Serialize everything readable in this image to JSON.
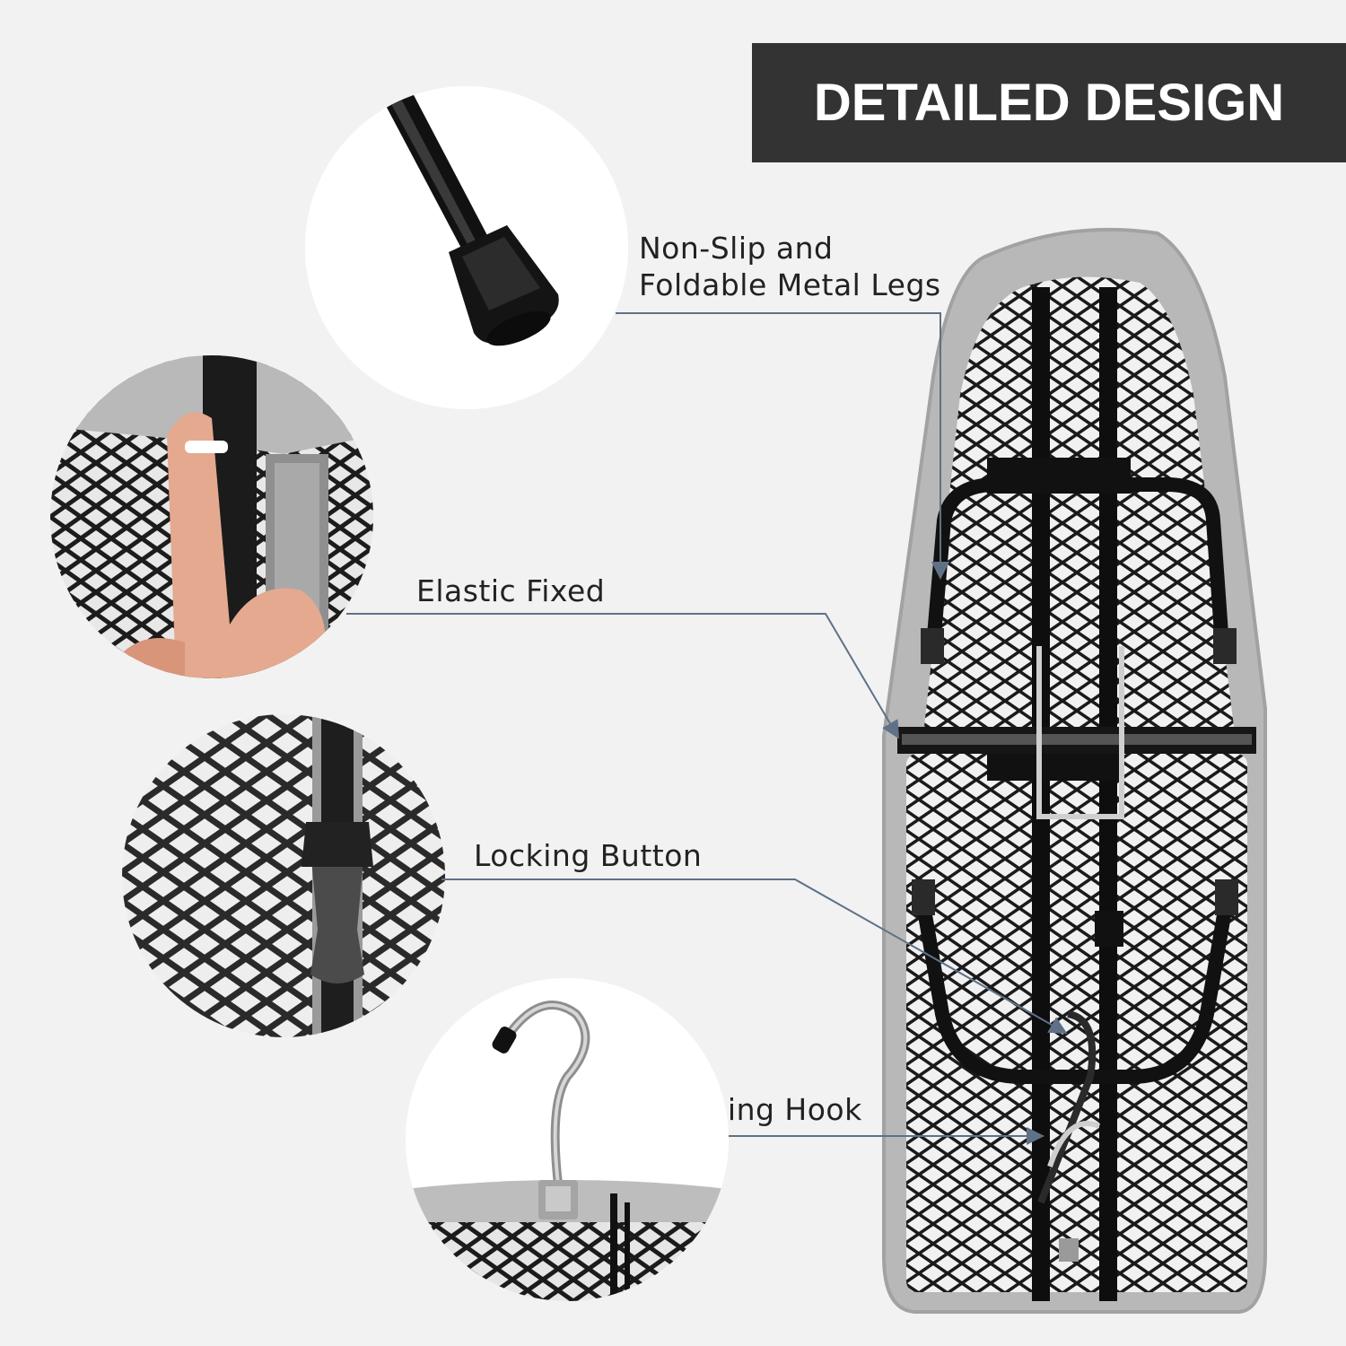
{
  "banner": {
    "title": "DETAILED DESIGN"
  },
  "features": [
    {
      "label_line1": "Non-Slip and",
      "label_line2": "Foldable Metal Legs"
    },
    {
      "label": "Elastic Fixed"
    },
    {
      "label": "Locking Button"
    },
    {
      "label": "Hanging Hook"
    }
  ],
  "colors": {
    "background": "#f2f2f2",
    "banner": "#333333",
    "banner_text": "#ffffff",
    "leader_line": "#5f7186",
    "board_cover": "#b8b8b8",
    "mesh": "#1a1a1a"
  },
  "icons": [
    "leg-foot-icon",
    "elastic-strap-icon",
    "locking-button-icon",
    "hanging-hook-icon",
    "ironing-board-icon"
  ]
}
